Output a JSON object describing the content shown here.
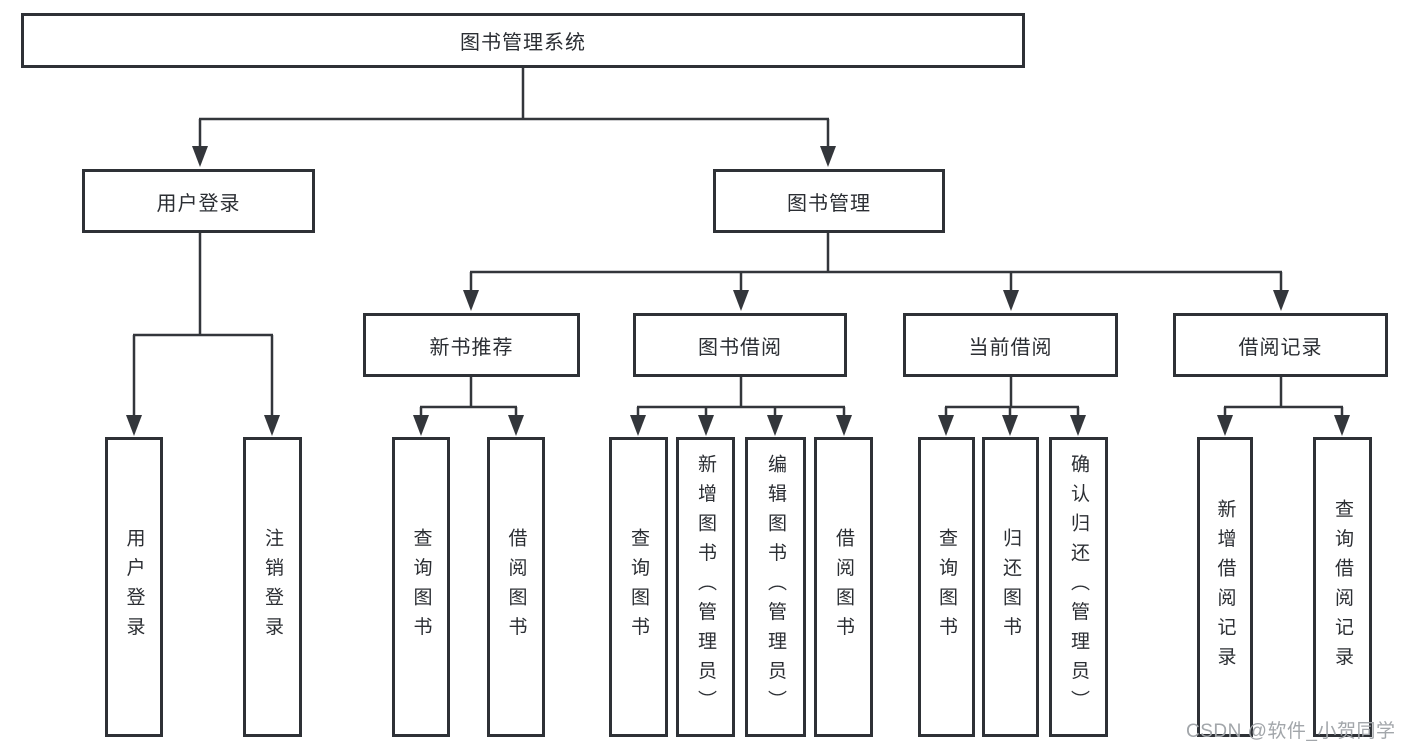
{
  "diagram": {
    "root": "图书管理系统",
    "branches": [
      {
        "label": "用户登录",
        "leaves": [
          "用户登录",
          "注销登录"
        ]
      },
      {
        "label": "图书管理",
        "groups": [
          {
            "label": "新书推荐",
            "leaves": [
              "查询图书",
              "借阅图书"
            ]
          },
          {
            "label": "图书借阅",
            "leaves": [
              "查询图书",
              "新增图书（管理员）",
              "编辑图书（管理员）",
              "借阅图书"
            ]
          },
          {
            "label": "当前借阅",
            "leaves": [
              "查询图书",
              "归还图书",
              "确认归还（管理员）"
            ]
          },
          {
            "label": "借阅记录",
            "leaves": [
              "新增借阅记录",
              "查询借阅记录"
            ]
          }
        ]
      }
    ]
  },
  "watermark": {
    "text": "CSDN @软件_小贺同学"
  },
  "colors": {
    "line": "#33363b",
    "box_border": "#2e3136",
    "text": "#2b2e33",
    "watermark": "#a2a6aa",
    "background": "#ffffff"
  }
}
